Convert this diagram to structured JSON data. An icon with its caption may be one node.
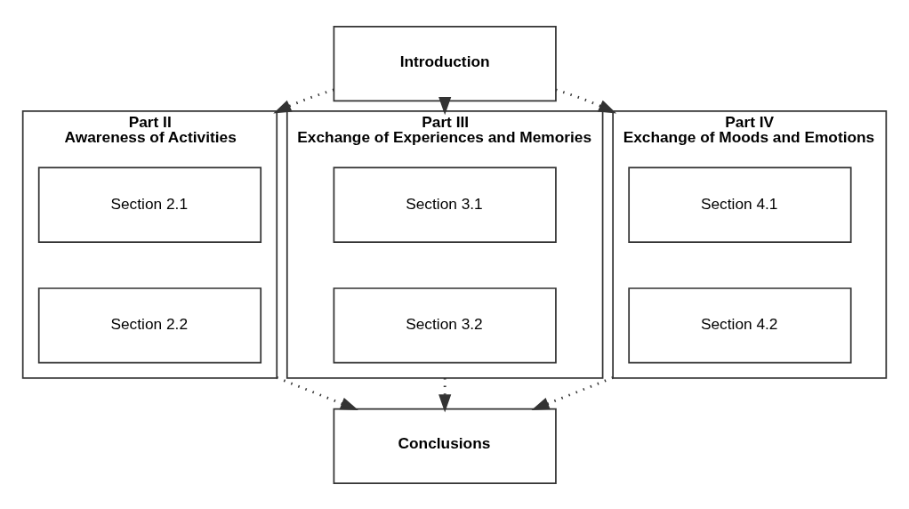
{
  "diagram": {
    "nodes": [
      {
        "text": [
          "Introduction"
        ]
      },
      {
        "text": [
          "Part II",
          "Awareness of Activities"
        ]
      },
      {
        "text": [
          "Section 2.1"
        ],
        "in": 1
      },
      {
        "text": [
          "Section 2.2"
        ],
        "in": 1
      },
      {
        "text": [
          "Part III",
          "Exchange of Experiences and Memories"
        ]
      },
      {
        "text": [
          "Section 3.1"
        ],
        "in": 4
      },
      {
        "text": [
          "Section 3.2"
        ],
        "in": 4
      },
      {
        "text": [
          "Part IV",
          "Exchange of Moods and Emotions"
        ]
      },
      {
        "text": [
          "Section 4.1"
        ],
        "in": 7
      },
      {
        "text": [
          "Section 4.2"
        ],
        "in": 7
      },
      {
        "text": [
          "Conclusions"
        ]
      }
    ],
    "edges": [
      {
        "from": 0,
        "to": 1,
        "arrow": "to",
        "style": "dashed"
      },
      {
        "from": 0,
        "to": 4,
        "arrow": "to",
        "style": "dashed"
      },
      {
        "from": 0,
        "to": 7,
        "arrow": "to",
        "style": "dashed"
      },
      {
        "from": 1,
        "to": 10,
        "arrow": "to",
        "style": "dashed"
      },
      {
        "from": 4,
        "to": 10,
        "arrow": "to",
        "style": "dashed"
      },
      {
        "from": 7,
        "to": 10,
        "arrow": "to",
        "style": "dashed"
      }
    ]
  }
}
